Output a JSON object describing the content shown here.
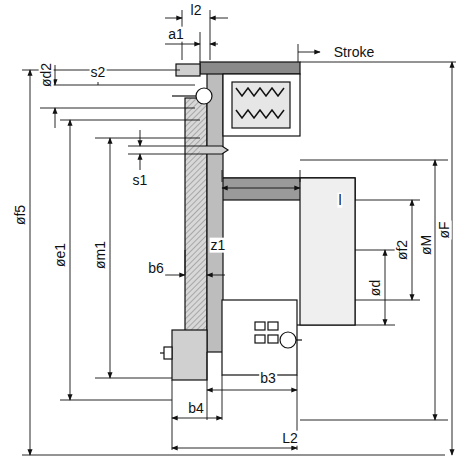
{
  "diagram": {
    "labels": [
      "l2",
      "a1",
      "Stroke",
      "ød2",
      "s2",
      "øf5",
      "øe1",
      "øm1",
      "s1",
      "l",
      "ød",
      "øf2",
      "øM",
      "øF",
      "z1",
      "b6",
      "b3",
      "b4",
      "L2"
    ]
  }
}
